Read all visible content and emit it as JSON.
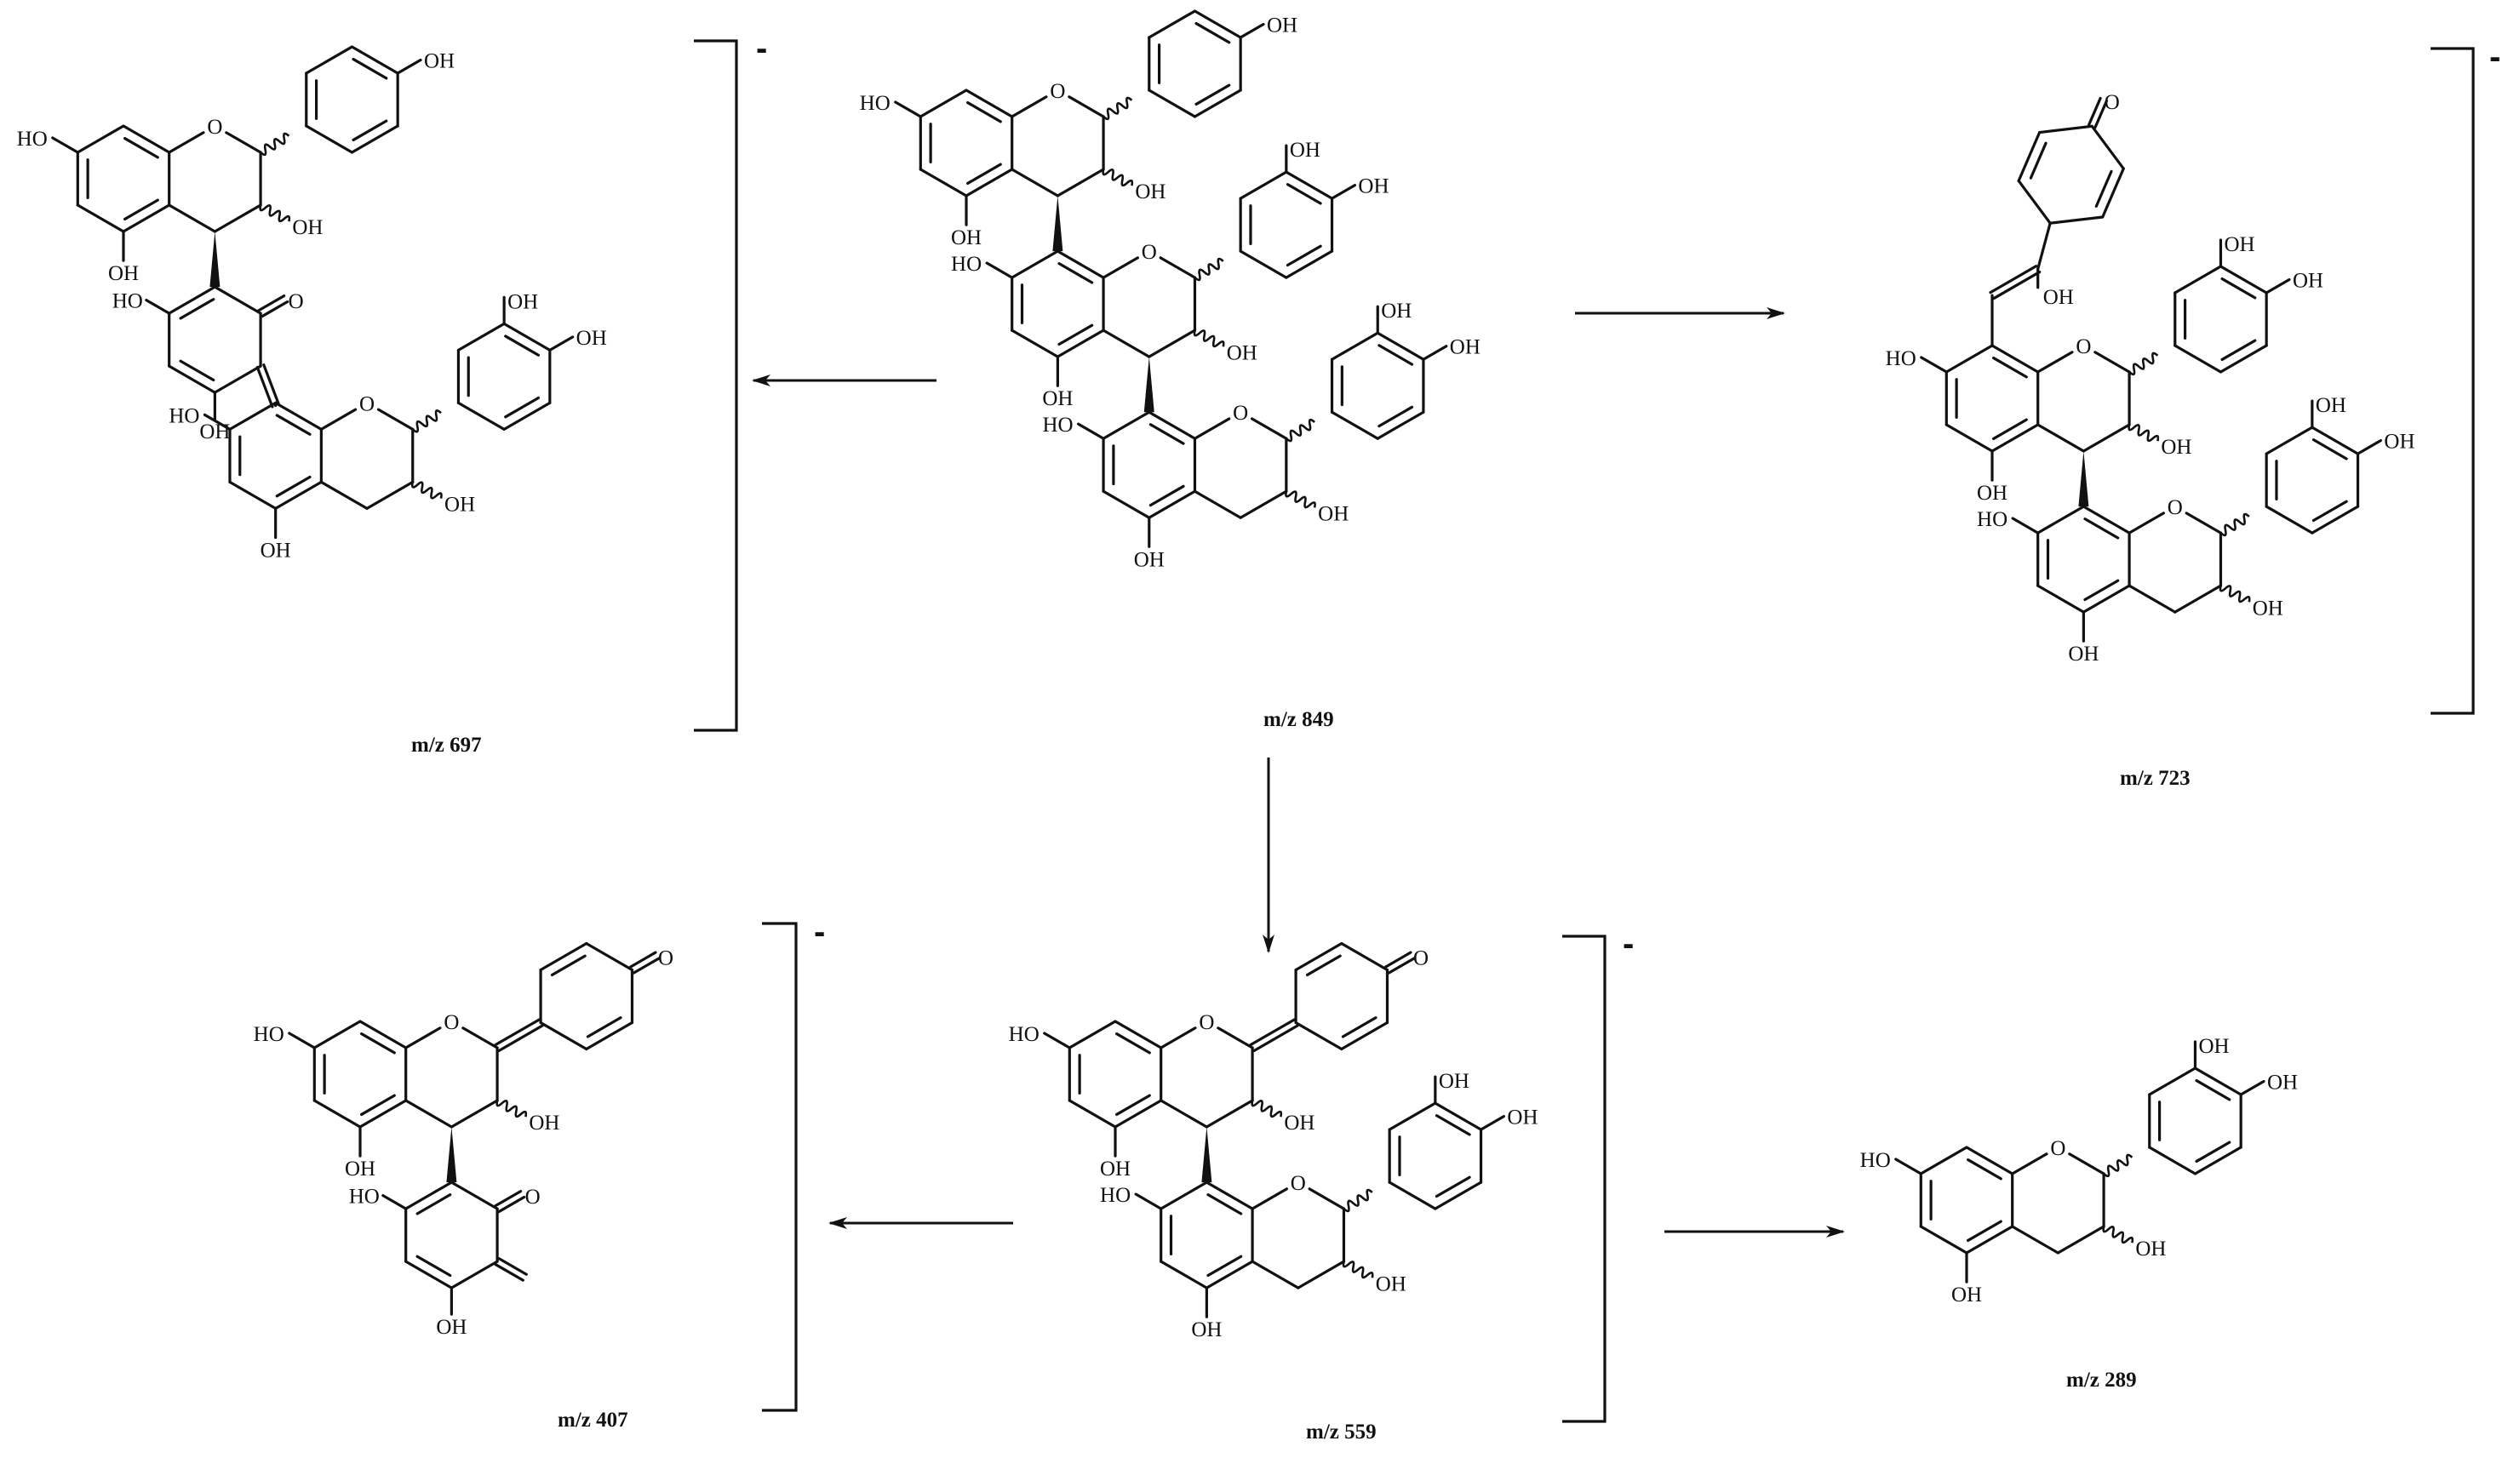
{
  "scheme": {
    "atom_oh": "OH",
    "atom_ho": "HO",
    "atom_o": "O",
    "charge_minus": "-",
    "compounds": {
      "c849": {
        "mz_label": "m/z 849"
      },
      "c697": {
        "mz_label": "m/z 697"
      },
      "c723": {
        "mz_label": "m/z 723"
      },
      "c559": {
        "mz_label": "m/z 559"
      },
      "c407": {
        "mz_label": "m/z 407"
      },
      "c289": {
        "mz_label": "m/z 289"
      }
    }
  }
}
